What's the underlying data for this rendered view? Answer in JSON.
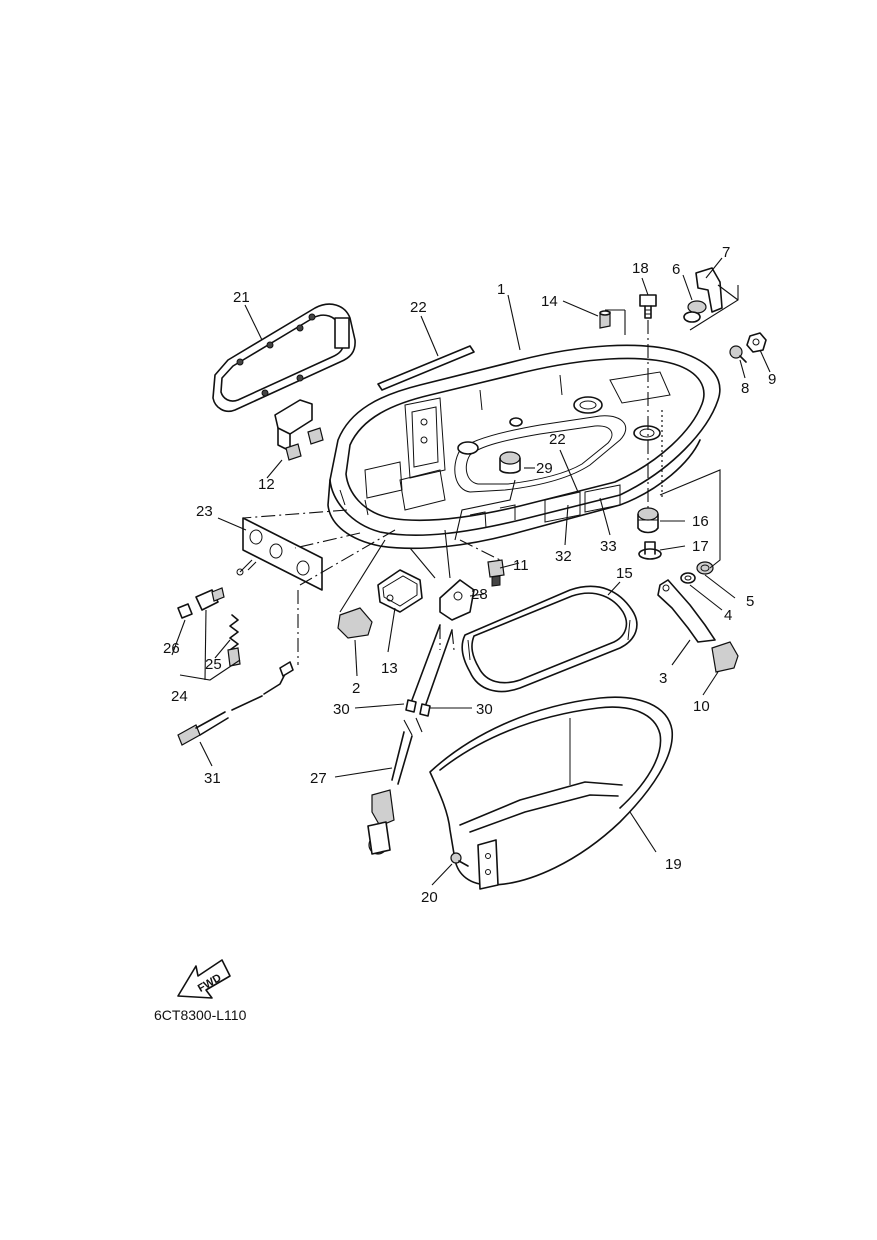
{
  "diagram": {
    "callouts": {
      "c1": "1",
      "c2": "2",
      "c3": "3",
      "c4": "4",
      "c5": "5",
      "c6": "6",
      "c7": "7",
      "c8": "8",
      "c9": "9",
      "c10": "10",
      "c11": "11",
      "c12": "12",
      "c13": "13",
      "c14": "14",
      "c15": "15",
      "c16": "16",
      "c17": "17",
      "c18": "18",
      "c19": "19",
      "c20": "20",
      "c21": "21",
      "c22a": "22",
      "c22b": "22",
      "c23": "23",
      "c24": "24",
      "c25": "25",
      "c26": "26",
      "c27": "27",
      "c28": "28",
      "c29": "29",
      "c30a": "30",
      "c30b": "30",
      "c31": "31",
      "c32": "32",
      "c33": "33"
    },
    "fwd_label": "FWD",
    "figure_code": "6CT8300-L110"
  }
}
